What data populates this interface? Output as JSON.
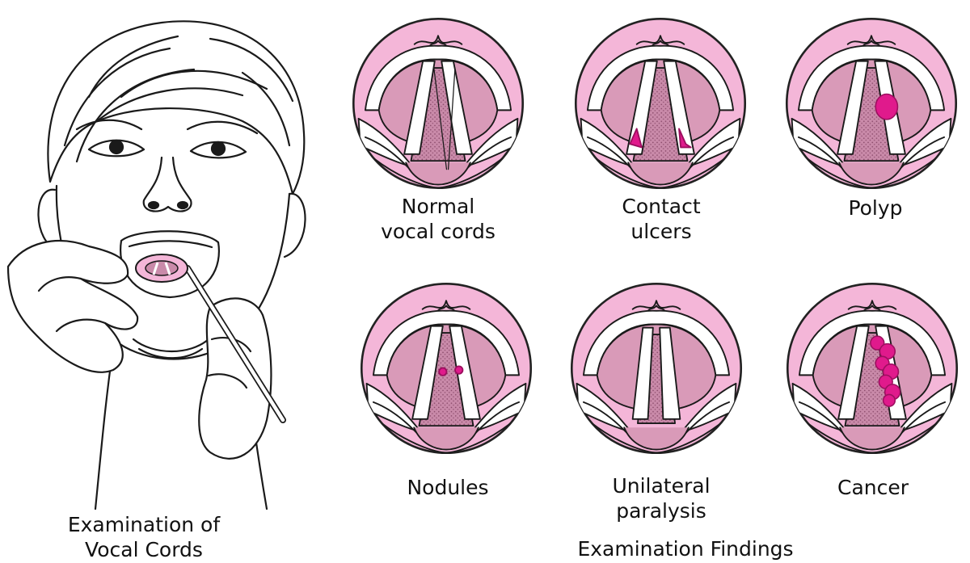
{
  "colors": {
    "disc_fill": "#f4b6d8",
    "disc_stroke": "#222222",
    "throat": "#c98aa9",
    "throat_stipple": "#8a4a6a",
    "cord": "#ffffff",
    "fold": "#d99ab8",
    "lesion": "#e01a8c",
    "lesion_dark": "#9c0f5f",
    "ink": "#1a1a1a",
    "text": "#111111"
  },
  "left_panel": {
    "caption_line1": "Examination of",
    "caption_line2": "Vocal Cords"
  },
  "findings_heading": "Examination Findings",
  "findings": [
    {
      "id": "normal",
      "line1": "Normal",
      "line2": "vocal cords"
    },
    {
      "id": "contact",
      "line1": "Contact",
      "line2": "ulcers"
    },
    {
      "id": "polyp",
      "line1": "Polyp",
      "line2": ""
    },
    {
      "id": "nodules",
      "line1": "Nodules",
      "line2": ""
    },
    {
      "id": "unilateral",
      "line1": "Unilateral",
      "line2": "paralysis"
    },
    {
      "id": "cancer",
      "line1": "Cancer",
      "line2": ""
    }
  ]
}
